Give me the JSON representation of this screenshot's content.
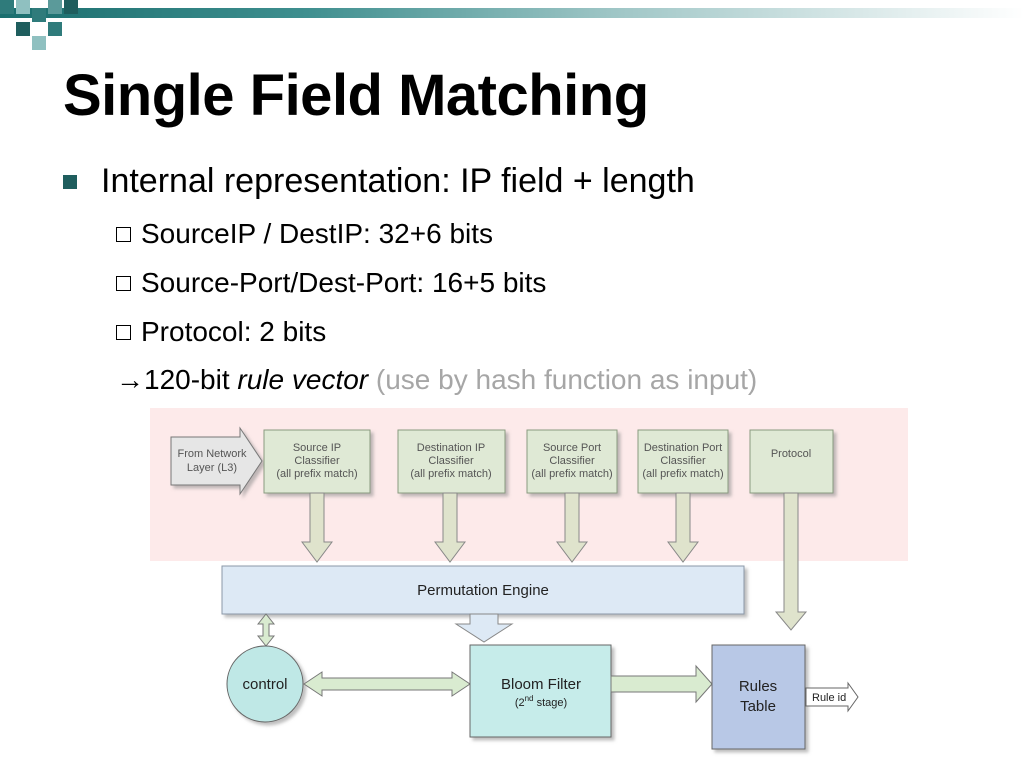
{
  "slide": {
    "title": "Single Field Matching",
    "bullet": "Internal representation: IP field + length",
    "sub_bullets": [
      "SourceIP / DestIP: 32+6 bits",
      "Source-Port/Dest-Port: 16+5 bits",
      "Protocol: 2 bits"
    ],
    "conclusion": {
      "arrow": "→120-bit ",
      "emphasis": "rule vector",
      "note": " (use by hash function as input)"
    }
  },
  "diagram": {
    "input": [
      "From Network",
      "Layer (L3)"
    ],
    "classifiers": [
      {
        "lines": [
          "Source IP",
          "Classifier",
          "(all prefix match)"
        ]
      },
      {
        "lines": [
          "Destination IP",
          "Classifier",
          "(all prefix match)"
        ]
      },
      {
        "lines": [
          "Source Port",
          "Classifier",
          "(all prefix match)"
        ]
      },
      {
        "lines": [
          "Destination Port",
          "Classifier",
          "(all prefix match)"
        ]
      },
      {
        "lines": [
          "Protocol"
        ]
      }
    ],
    "permutation_engine": "Permutation Engine",
    "control": "control",
    "bloom_filter": {
      "title": "Bloom Filter",
      "sub_pre": "(2",
      "sub_sup": "nd",
      "sub_post": " stage)"
    },
    "rules_table": [
      "Rules",
      "Table"
    ],
    "output": "Rule id"
  },
  "colors": {
    "accent": "#1f5e5e",
    "pink_band": "#fdeaea",
    "classifier_fill": "#dfe9d5",
    "engine_fill": "#dde9f5",
    "control_fill": "#bfe8e6",
    "bloom_fill": "#c6ecea",
    "rules_fill": "#b8c8e6"
  }
}
